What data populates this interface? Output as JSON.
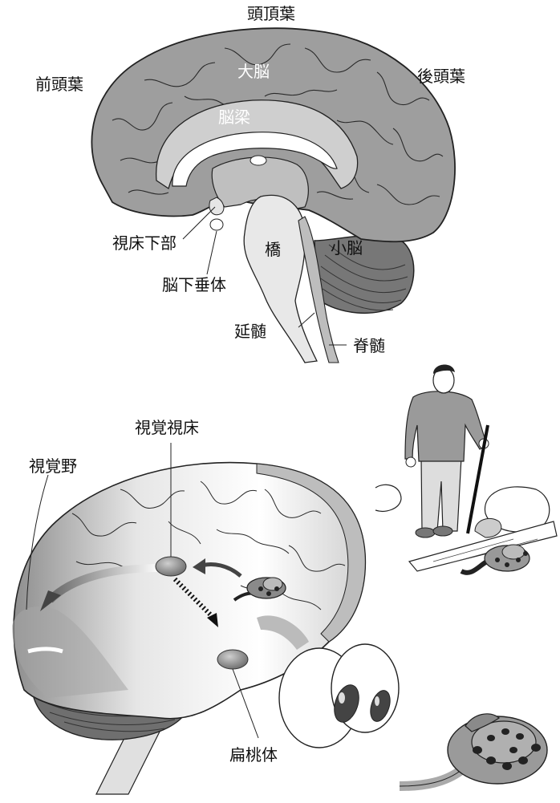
{
  "top_diagram": {
    "labels": {
      "parietal": "頭頂葉",
      "frontal": "前頭葉",
      "occipital": "後頭葉",
      "cerebrum": "大脳",
      "corpus_callosum": "脳梁",
      "hypothalamus": "視床下部",
      "pituitary": "脳下垂体",
      "pons": "橋",
      "cerebellum": "小脳",
      "medulla": "延髄",
      "spinal_cord": "脊髄"
    }
  },
  "bottom_diagram": {
    "labels": {
      "visual_thalamus": "視覚視床",
      "visual_cortex": "視覚野",
      "amygdala": "扁桃体"
    }
  },
  "colors": {
    "brain_fill": "#9a9a9a",
    "brain_light": "#c9c9c9",
    "stroke": "#222222",
    "dark": "#555555"
  }
}
